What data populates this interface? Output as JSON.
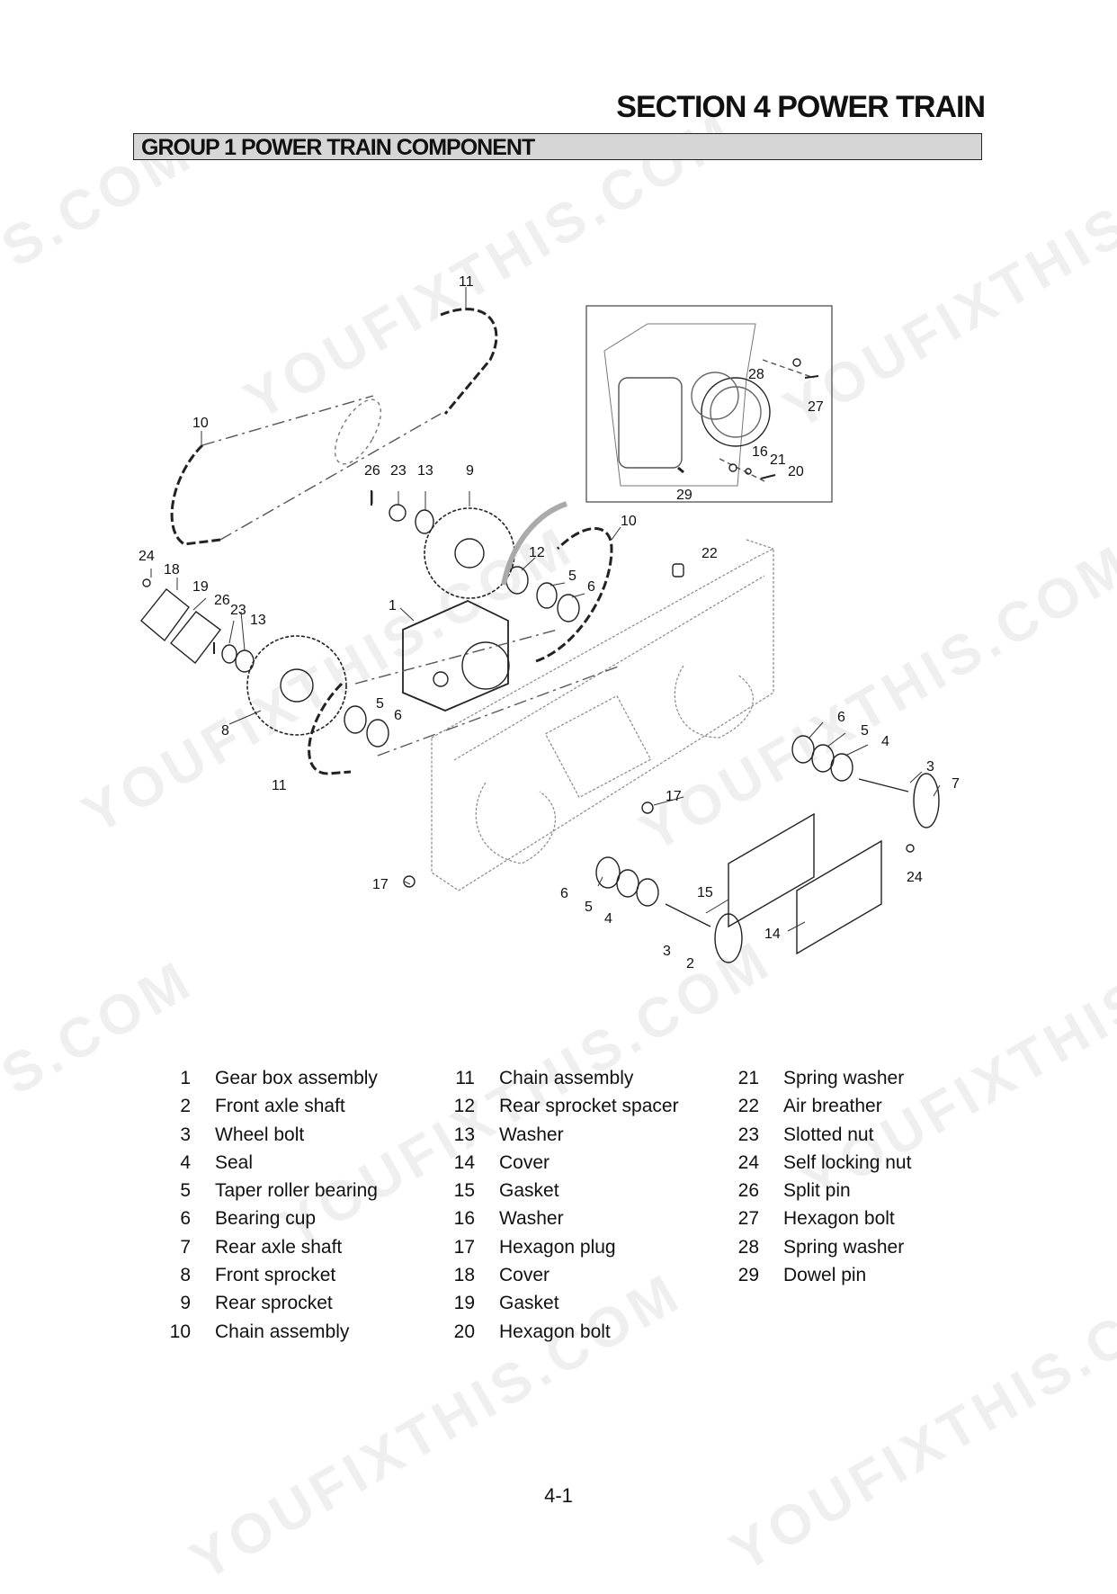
{
  "header": {
    "section_title": "SECTION 4 POWER TRAIN",
    "group_title": "GROUP 1 POWER TRAIN COMPONENT"
  },
  "watermark": {
    "texts": [
      "YOUFIXTHIS.COM",
      "S.COM"
    ]
  },
  "diagram": {
    "callouts": [
      "1",
      "2",
      "3",
      "4",
      "5",
      "6",
      "7",
      "8",
      "9",
      "10",
      "11",
      "12",
      "13",
      "14",
      "15",
      "16",
      "17",
      "18",
      "19",
      "20",
      "21",
      "22",
      "23",
      "24",
      "26",
      "27",
      "28",
      "29"
    ]
  },
  "parts_list": {
    "columns": [
      [
        {
          "num": "1",
          "name": "Gear box assembly"
        },
        {
          "num": "2",
          "name": "Front axle shaft"
        },
        {
          "num": "3",
          "name": "Wheel bolt"
        },
        {
          "num": "4",
          "name": "Seal"
        },
        {
          "num": "5",
          "name": "Taper roller bearing"
        },
        {
          "num": "6",
          "name": "Bearing cup"
        },
        {
          "num": "7",
          "name": "Rear axle shaft"
        },
        {
          "num": "8",
          "name": "Front sprocket"
        },
        {
          "num": "9",
          "name": "Rear sprocket"
        },
        {
          "num": "10",
          "name": "Chain assembly"
        }
      ],
      [
        {
          "num": "11",
          "name": "Chain assembly"
        },
        {
          "num": "12",
          "name": "Rear sprocket spacer"
        },
        {
          "num": "13",
          "name": "Washer"
        },
        {
          "num": "14",
          "name": "Cover"
        },
        {
          "num": "15",
          "name": "Gasket"
        },
        {
          "num": "16",
          "name": "Washer"
        },
        {
          "num": "17",
          "name": "Hexagon plug"
        },
        {
          "num": "18",
          "name": "Cover"
        },
        {
          "num": "19",
          "name": "Gasket"
        },
        {
          "num": "20",
          "name": "Hexagon bolt"
        }
      ],
      [
        {
          "num": "21",
          "name": "Spring washer"
        },
        {
          "num": "22",
          "name": "Air breather"
        },
        {
          "num": "23",
          "name": "Slotted nut"
        },
        {
          "num": "24",
          "name": "Self locking nut"
        },
        {
          "num": "26",
          "name": "Split pin"
        },
        {
          "num": "27",
          "name": "Hexagon bolt"
        },
        {
          "num": "28",
          "name": "Spring washer"
        },
        {
          "num": "29",
          "name": "Dowel pin"
        }
      ]
    ]
  },
  "footer": {
    "page_number": "4-1"
  }
}
